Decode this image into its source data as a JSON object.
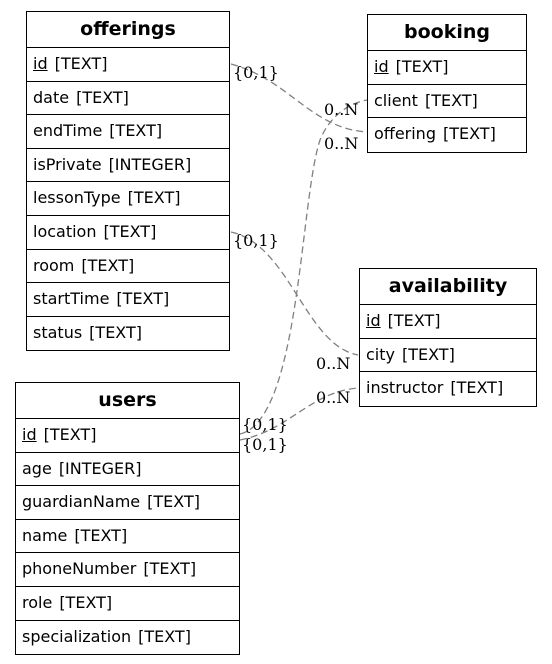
{
  "entities": {
    "offerings": {
      "title": "offerings",
      "fields": [
        {
          "name": "id",
          "type": "[TEXT]",
          "pk": true
        },
        {
          "name": "date",
          "type": "[TEXT]"
        },
        {
          "name": "endTime",
          "type": "[TEXT]"
        },
        {
          "name": "isPrivate",
          "type": "[INTEGER]"
        },
        {
          "name": "lessonType",
          "type": "[TEXT]"
        },
        {
          "name": "location",
          "type": "[TEXT]"
        },
        {
          "name": "room",
          "type": "[TEXT]"
        },
        {
          "name": "startTime",
          "type": "[TEXT]"
        },
        {
          "name": "status",
          "type": "[TEXT]"
        }
      ]
    },
    "booking": {
      "title": "booking",
      "fields": [
        {
          "name": "id",
          "type": "[TEXT]",
          "pk": true
        },
        {
          "name": "client",
          "type": "[TEXT]"
        },
        {
          "name": "offering",
          "type": "[TEXT]"
        }
      ]
    },
    "availability": {
      "title": "availability",
      "fields": [
        {
          "name": "id",
          "type": "[TEXT]",
          "pk": true
        },
        {
          "name": "city",
          "type": "[TEXT]"
        },
        {
          "name": "instructor",
          "type": "[TEXT]"
        }
      ]
    },
    "users": {
      "title": "users",
      "fields": [
        {
          "name": "id",
          "type": "[TEXT]",
          "pk": true
        },
        {
          "name": "age",
          "type": "[INTEGER]"
        },
        {
          "name": "guardianName",
          "type": "[TEXT]"
        },
        {
          "name": "name",
          "type": "[TEXT]"
        },
        {
          "name": "phoneNumber",
          "type": "[TEXT]"
        },
        {
          "name": "role",
          "type": "[TEXT]"
        },
        {
          "name": "specialization",
          "type": "[TEXT]"
        }
      ]
    }
  },
  "relationships": [
    {
      "from": "offerings.id",
      "to": "booking.offering",
      "from_card": "{0,1}",
      "to_card": "0..N"
    },
    {
      "from": "users.id",
      "to": "booking.client",
      "from_card": "{0,1}",
      "to_card": "0..N"
    },
    {
      "from": "offerings.location",
      "to": "availability.city",
      "from_card": "{0,1}",
      "to_card": "0..N"
    },
    {
      "from": "users.id",
      "to": "availability.instructor",
      "from_card": "{0,1}",
      "to_card": "0..N"
    }
  ],
  "style": {
    "line_color": "#808080",
    "border_color": "#000000"
  }
}
